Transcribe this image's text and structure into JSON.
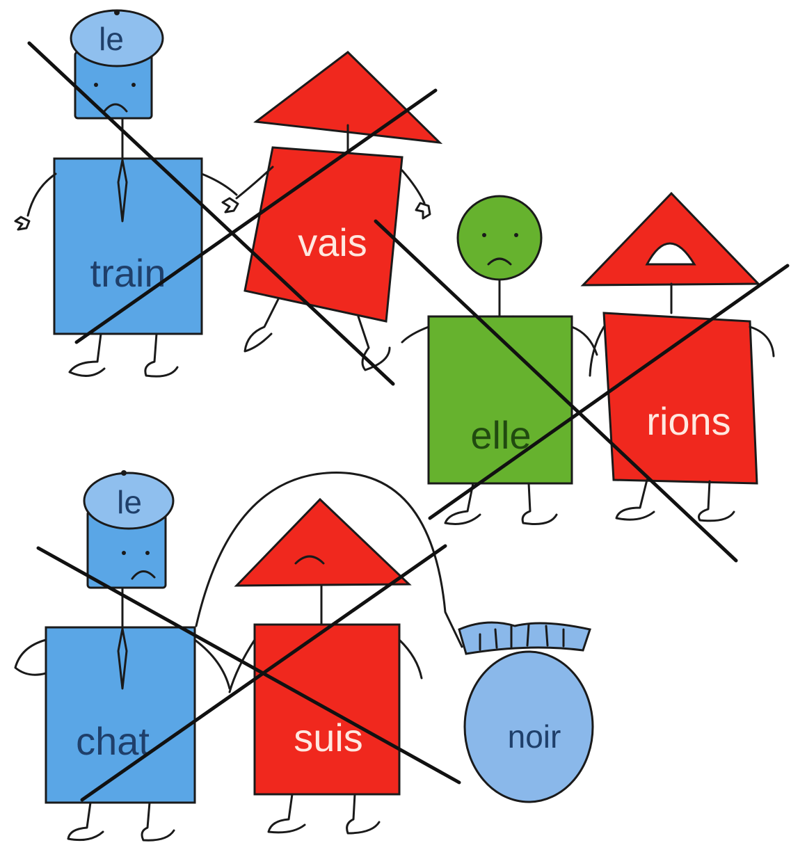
{
  "colors": {
    "nom_blue": "#5aa6e6",
    "det_blue": "#8fbfee",
    "verbe_red": "#f0281e",
    "pronom_green": "#66b22e",
    "adj_blue": "#8ab8ea",
    "ink": "#1a1a1a"
  },
  "top_group": {
    "det_label": "le",
    "noun_label": "train",
    "verb1_label": "vais",
    "pronoun_label": "elle",
    "verb2_label": "rions"
  },
  "bottom_group": {
    "det_label": "le",
    "noun_label": "chat",
    "verb_label": "suis",
    "adj_label": "noir"
  }
}
